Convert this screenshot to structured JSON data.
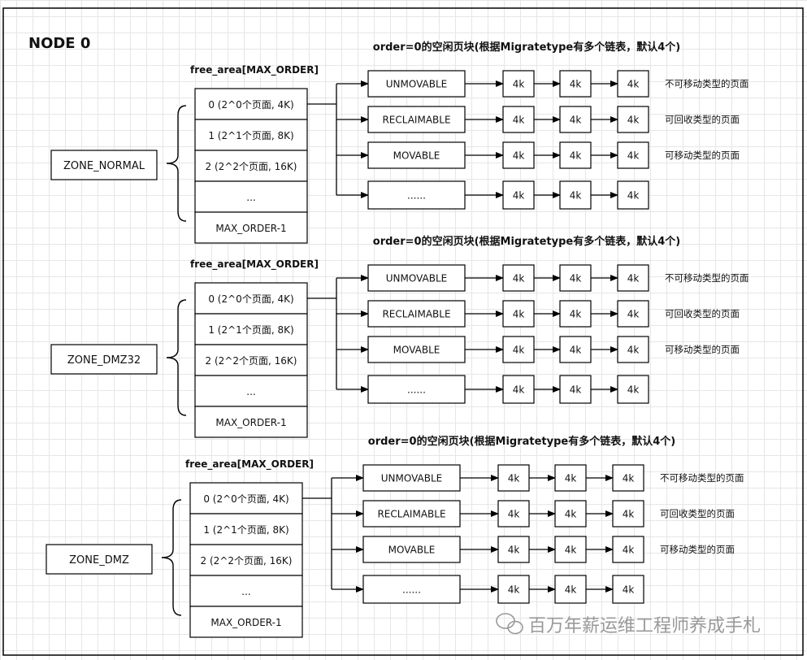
{
  "node_title": "NODE 0",
  "watermark": "百万年薪运维工程师养成手札",
  "zones": [
    {
      "name": "ZONE_NORMAL",
      "array_label": "free_area[MAX_ORDER]",
      "orders": [
        "0 (2^0个页面, 4K)",
        "1 (2^1个页面, 8K)",
        "2 (2^2个页面, 16K)",
        "...",
        "MAX_ORDER-1"
      ],
      "header": "order=0的空闲页块(根据Migratetype有多个链表，默认4个)",
      "lists": [
        {
          "type": "UNMOVABLE",
          "pages": [
            "4k",
            "4k",
            "4k"
          ],
          "note": "不可移动类型的页面"
        },
        {
          "type": "RECLAIMABLE",
          "pages": [
            "4k",
            "4k",
            "4k"
          ],
          "note": "可回收类型的页面"
        },
        {
          "type": "MOVABLE",
          "pages": [
            "4k",
            "4k",
            "4k"
          ],
          "note": "可移动类型的页面"
        },
        {
          "type": "......",
          "pages": [
            "4k",
            "4k",
            "4k"
          ],
          "note": ""
        }
      ]
    },
    {
      "name": "ZONE_DMZ32",
      "array_label": "free_area[MAX_ORDER]",
      "orders": [
        "0 (2^0个页面, 4K)",
        "1 (2^1个页面, 8K)",
        "2 (2^2个页面, 16K)",
        "...",
        "MAX_ORDER-1"
      ],
      "header": "order=0的空闲页块(根据Migratetype有多个链表，默认4个)",
      "lists": [
        {
          "type": "UNMOVABLE",
          "pages": [
            "4k",
            "4k",
            "4k"
          ],
          "note": "不可移动类型的页面"
        },
        {
          "type": "RECLAIMABLE",
          "pages": [
            "4k",
            "4k",
            "4k"
          ],
          "note": "可回收类型的页面"
        },
        {
          "type": "MOVABLE",
          "pages": [
            "4k",
            "4k",
            "4k"
          ],
          "note": "可移动类型的页面"
        },
        {
          "type": "......",
          "pages": [
            "4k",
            "4k",
            "4k"
          ],
          "note": ""
        }
      ]
    },
    {
      "name": "ZONE_DMZ",
      "array_label": "free_area[MAX_ORDER]",
      "orders": [
        "0 (2^0个页面, 4K)",
        "1 (2^1个页面, 8K)",
        "2 (2^2个页面, 16K)",
        "...",
        "MAX_ORDER-1"
      ],
      "header": "order=0的空闲页块(根据Migratetype有多个链表，默认4个)",
      "lists": [
        {
          "type": "UNMOVABLE",
          "pages": [
            "4k",
            "4k",
            "4k"
          ],
          "note": "不可移动类型的页面"
        },
        {
          "type": "RECLAIMABLE",
          "pages": [
            "4k",
            "4k",
            "4k"
          ],
          "note": "可回收类型的页面"
        },
        {
          "type": "MOVABLE",
          "pages": [
            "4k",
            "4k",
            "4k"
          ],
          "note": "可移动类型的页面"
        },
        {
          "type": "......",
          "pages": [
            "4k",
            "4k",
            "4k"
          ],
          "note": ""
        }
      ]
    }
  ]
}
